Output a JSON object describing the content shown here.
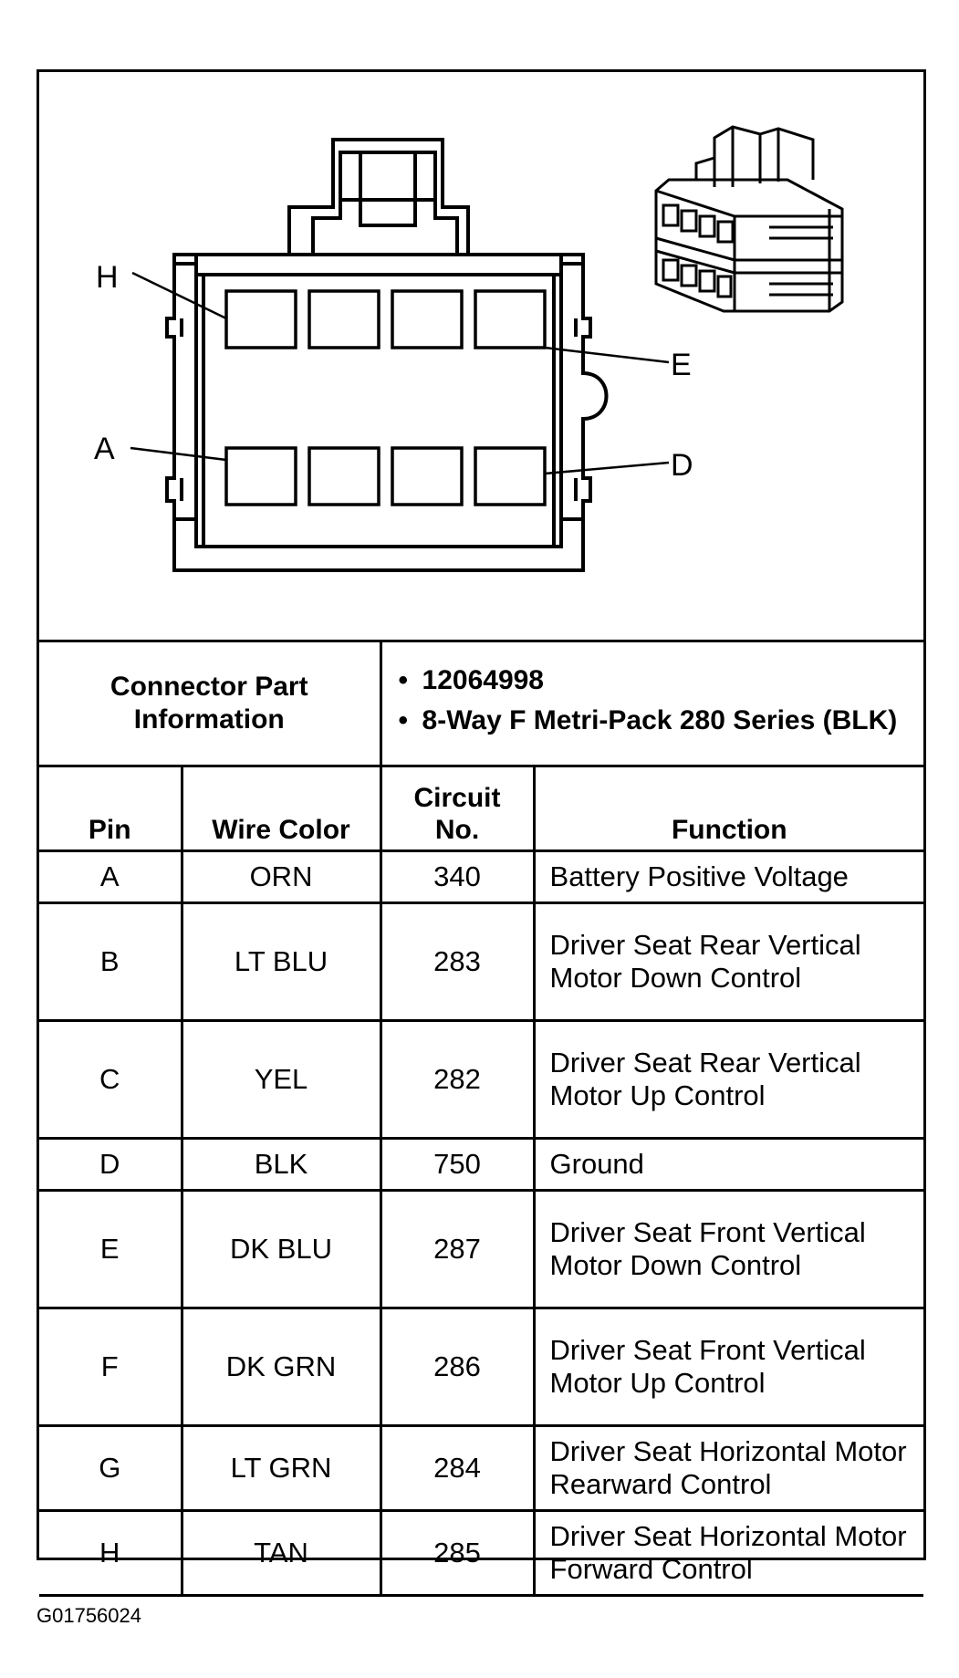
{
  "diagram": {
    "pin_callouts": [
      "H",
      "E",
      "A",
      "D"
    ]
  },
  "connector_info": {
    "label": "Connector Part Information",
    "values": [
      "12064998",
      "8-Way F Metri-Pack 280 Series (BLK)"
    ]
  },
  "table": {
    "headers": [
      "Pin",
      "Wire Color",
      "Circuit No.",
      "Function"
    ],
    "rows": [
      {
        "pin": "A",
        "color": "ORN",
        "circuit": "340",
        "function": "Battery Positive Voltage"
      },
      {
        "pin": "B",
        "color": "LT BLU",
        "circuit": "283",
        "function": "Driver Seat Rear Vertical Motor Down Control"
      },
      {
        "pin": "C",
        "color": "YEL",
        "circuit": "282",
        "function": "Driver Seat Rear Vertical Motor Up Control"
      },
      {
        "pin": "D",
        "color": "BLK",
        "circuit": "750",
        "function": "Ground"
      },
      {
        "pin": "E",
        "color": "DK BLU",
        "circuit": "287",
        "function": "Driver Seat Front Vertical Motor Down Control"
      },
      {
        "pin": "F",
        "color": "DK GRN",
        "circuit": "286",
        "function": "Driver Seat Front Vertical Motor Up Control"
      },
      {
        "pin": "G",
        "color": "LT GRN",
        "circuit": "284",
        "function": "Driver Seat Horizontal Motor Rearward Control"
      },
      {
        "pin": "H",
        "color": "TAN",
        "circuit": "285",
        "function": "Driver Seat Horizontal Motor Forward Control"
      }
    ]
  },
  "figure_id": "G01756024"
}
